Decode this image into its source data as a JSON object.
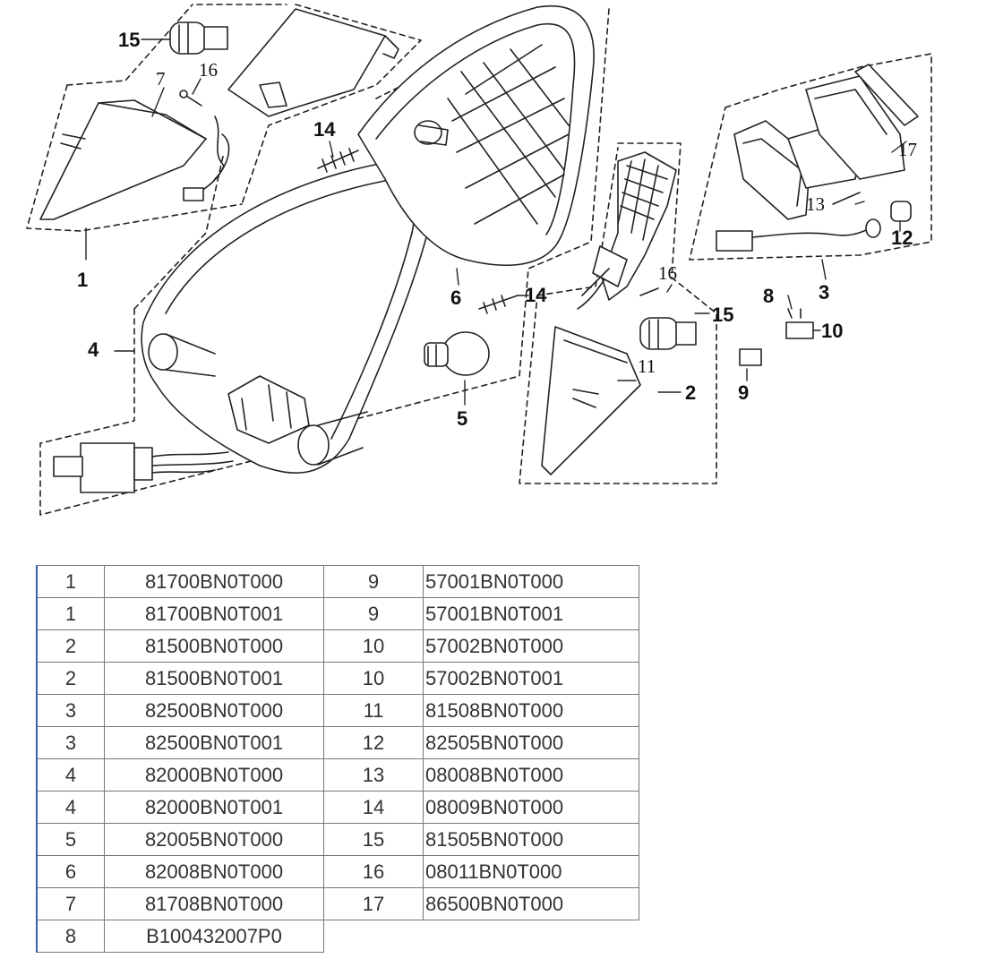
{
  "diagram": {
    "callouts": [
      {
        "id": "c1",
        "text": "1"
      },
      {
        "id": "c2",
        "text": "2"
      },
      {
        "id": "c3",
        "text": "3"
      },
      {
        "id": "c4",
        "text": "4"
      },
      {
        "id": "c5",
        "text": "5"
      },
      {
        "id": "c6",
        "text": "6"
      },
      {
        "id": "c7",
        "text": "7"
      },
      {
        "id": "c8",
        "text": "8"
      },
      {
        "id": "c9",
        "text": "9"
      },
      {
        "id": "c10",
        "text": "10"
      },
      {
        "id": "c11",
        "text": "11"
      },
      {
        "id": "c12",
        "text": "12"
      },
      {
        "id": "c13",
        "text": "13"
      },
      {
        "id": "c14a",
        "text": "14"
      },
      {
        "id": "c14b",
        "text": "14"
      },
      {
        "id": "c15a",
        "text": "15"
      },
      {
        "id": "c15b",
        "text": "15"
      },
      {
        "id": "c16a",
        "text": "16"
      },
      {
        "id": "c16b",
        "text": "16"
      },
      {
        "id": "c17",
        "text": "17"
      }
    ]
  },
  "parts_table": {
    "rows": [
      {
        "no1": "1",
        "code1": "81700BN0T000",
        "no2": "9",
        "code2": "57001BN0T000"
      },
      {
        "no1": "1",
        "code1": "81700BN0T001",
        "no2": "9",
        "code2": "57001BN0T001"
      },
      {
        "no1": "2",
        "code1": "81500BN0T000",
        "no2": "10",
        "code2": "57002BN0T000"
      },
      {
        "no1": "2",
        "code1": "81500BN0T001",
        "no2": "10",
        "code2": "57002BN0T001"
      },
      {
        "no1": "3",
        "code1": "82500BN0T000",
        "no2": "11",
        "code2": "81508BN0T000"
      },
      {
        "no1": "3",
        "code1": "82500BN0T001",
        "no2": "12",
        "code2": "82505BN0T000"
      },
      {
        "no1": "4",
        "code1": "82000BN0T000",
        "no2": "13",
        "code2": "08008BN0T000"
      },
      {
        "no1": "4",
        "code1": "82000BN0T001",
        "no2": "14",
        "code2": "08009BN0T000"
      },
      {
        "no1": "5",
        "code1": "82005BN0T000",
        "no2": "15",
        "code2": "81505BN0T000"
      },
      {
        "no1": "6",
        "code1": "82008BN0T000",
        "no2": "16",
        "code2": "08011BN0T000"
      },
      {
        "no1": "7",
        "code1": "81708BN0T000",
        "no2": "17",
        "code2": "86500BN0T000"
      },
      {
        "no1": "8",
        "code1": "B100432007P0",
        "no2": "",
        "code2": ""
      }
    ]
  }
}
